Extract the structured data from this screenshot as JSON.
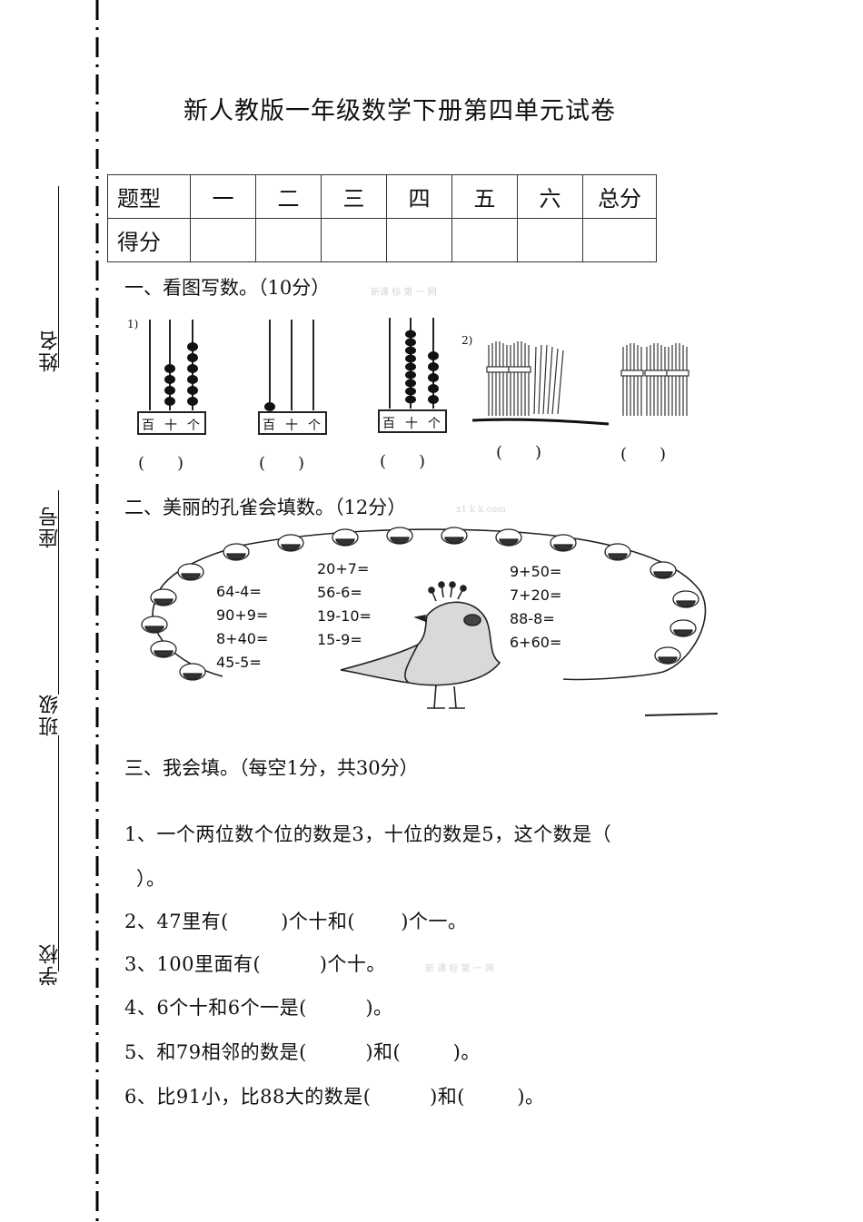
{
  "header": {
    "title": "新人教版一年级数学下册第四单元试卷"
  },
  "side_fields": {
    "name": "姓名",
    "seat": "座号",
    "class": "班级",
    "school": "学校"
  },
  "score_table": {
    "row1_label": "题型",
    "row2_label": "得分",
    "columns": [
      "一",
      "二",
      "三",
      "四",
      "五",
      "六",
      "总分"
    ]
  },
  "section1": {
    "heading": "一、看图写数。（10分）",
    "watermark": "新课 标 第 一 网",
    "marker1": "1)",
    "marker2": "2)",
    "abacus_place_labels": [
      "百",
      "十",
      "个"
    ],
    "paren": "(　　)"
  },
  "section2": {
    "heading": "二、美丽的孔雀会填数。（12分）",
    "watermark": "x1 k k.com",
    "left_col": [
      "64-4=",
      "90+9=",
      "8+40=",
      "45-5="
    ],
    "mid_col": [
      "20+7=",
      "56-6=",
      "19-10=",
      "15-9="
    ],
    "right_col": [
      "9+50=",
      "7+20=",
      "88-8=",
      "6+60="
    ]
  },
  "section3": {
    "heading": "三、我会填。（每空1分，共30分）",
    "watermark": "新 课  标  第   一 网",
    "q1_line1": "1、一个两位数个位的数是3，十位的数是5，这个数是（",
    "q1_line2": "）。",
    "q2": "2、47里有(        )个十和(       )个一。",
    "q3": "3、100里面有(         )个十。",
    "q4": "4、6个十和6个一是(         )。",
    "q5": "5、和79相邻的数是(         )和(        )。",
    "q6": "6、比91小，比88大的数是(         )和(        )。"
  }
}
